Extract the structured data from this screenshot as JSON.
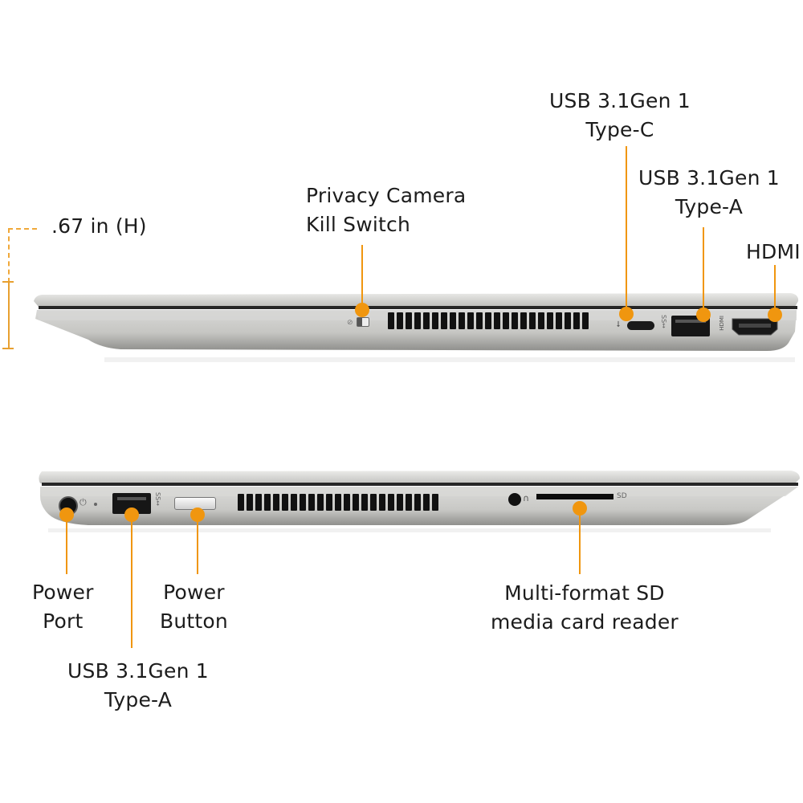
{
  "accent_color": "#f0960f",
  "dimension": {
    "label": ".67 in (H)"
  },
  "top_view": {
    "callouts": [
      {
        "id": "privacy-camera-kill-switch",
        "lines": [
          "Privacy Camera",
          "Kill Switch"
        ]
      },
      {
        "id": "usb-c",
        "lines": [
          "USB 3.1Gen 1",
          "Type-C"
        ]
      },
      {
        "id": "usb-a-right",
        "lines": [
          "USB 3.1Gen 1",
          "Type-A"
        ]
      },
      {
        "id": "hdmi",
        "lines": [
          "HDMI"
        ]
      }
    ],
    "port_markings": {
      "hdmi": "HDMI"
    }
  },
  "bottom_view": {
    "callouts": [
      {
        "id": "power-port",
        "lines": [
          "Power",
          "Port"
        ]
      },
      {
        "id": "usb-a-left",
        "lines": [
          "USB 3.1Gen 1",
          "Type-A"
        ]
      },
      {
        "id": "power-button",
        "lines": [
          "Power",
          "Button"
        ]
      },
      {
        "id": "sd-reader",
        "lines": [
          "Multi-format SD",
          "media card reader"
        ]
      }
    ],
    "port_markings": {
      "sd": "SD"
    }
  }
}
